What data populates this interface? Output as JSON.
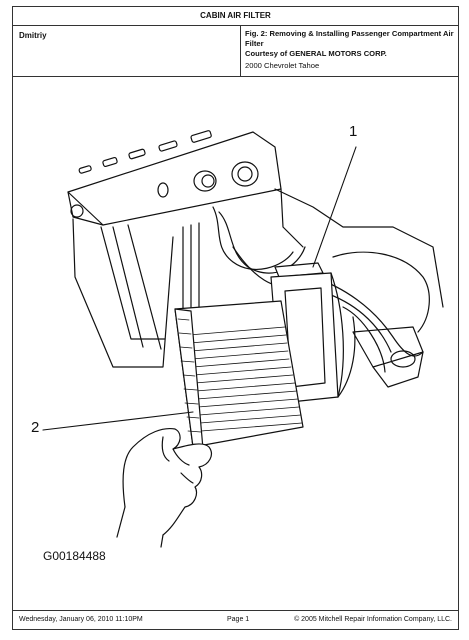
{
  "document": {
    "title": "CABIN AIR FILTER",
    "author": "Dmitriy",
    "figure_caption": "Fig. 2: Removing & Installing Passenger Compartment Air Filter",
    "courtesy": "Courtesy of GENERAL MOTORS CORP.",
    "vehicle": "2000 Chevrolet Tahoe"
  },
  "figure": {
    "id": "G00184488",
    "callouts": [
      "1",
      "2"
    ]
  },
  "footer": {
    "date": "Wednesday, January 06, 2010  11:10PM",
    "page": "Page 1",
    "copyright": "© 2005 Mitchell Repair Information Company, LLC."
  }
}
